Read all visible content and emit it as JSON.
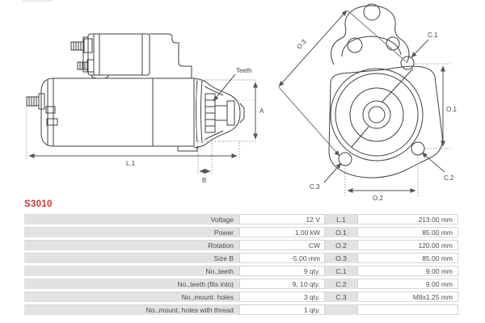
{
  "part_number": "S3010",
  "diagram": {
    "side_view": {
      "length_label": "L.1",
      "height_label": "A",
      "size_b_label": "B",
      "teeth_label": "Teeth"
    },
    "front_view": {
      "o1": "O.1",
      "o2": "O.2",
      "o3": "O.3",
      "c1": "C.1",
      "c2": "C.2",
      "c3": "C.3"
    }
  },
  "table": {
    "rows": [
      {
        "label": "Voltage",
        "value": "12 V",
        "dim": "L.1",
        "dim_value": "213.00 mm"
      },
      {
        "label": "Power",
        "value": "1.00 kW",
        "dim": "O.1",
        "dim_value": "85.00 mm"
      },
      {
        "label": "Rotation",
        "value": "CW",
        "dim": "O.2",
        "dim_value": "120.00 mm"
      },
      {
        "label": "Size B",
        "value": "-5.00 mm",
        "dim": "O.3",
        "dim_value": "85.00 mm"
      },
      {
        "label": "No.,teeth",
        "value": "9 qty.",
        "dim": "C.1",
        "dim_value": "9.00 mm"
      },
      {
        "label": "No.,teeth (fits into)",
        "value": "9, 10 qty.",
        "dim": "C.2",
        "dim_value": "9.00 mm"
      },
      {
        "label": "No.,mount. holes",
        "value": "3 qty.",
        "dim": "C.3",
        "dim_value": "M8x1.25 mm"
      },
      {
        "label": "No.,mount. holes with thread",
        "value": "1 qty.",
        "dim": "",
        "dim_value": ""
      }
    ]
  },
  "colors": {
    "accent_red": "#c23b3b",
    "cell_gray": "#e2e2e2",
    "line": "#3f3f3f",
    "dim_line": "#555555"
  }
}
